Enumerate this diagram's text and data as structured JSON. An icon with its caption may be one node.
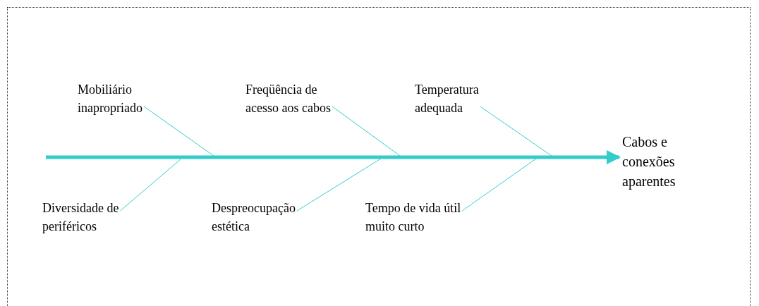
{
  "diagram": {
    "nodes": [
      {
        "text": [
          "Cabos e conexões aparentes"
        ]
      },
      {
        "text": [
          "Mobiliário inapropriado"
        ]
      },
      {
        "text": [
          "Freqüência de acesso aos cabos"
        ]
      },
      {
        "text": [
          "Temperatura adequada"
        ]
      },
      {
        "text": [
          "Diversidade de periféricos"
        ]
      },
      {
        "text": [
          "Despreocupação estética"
        ]
      },
      {
        "text": [
          "Tempo de vida útil muito curto"
        ]
      }
    ],
    "edges": [
      {
        "from": null,
        "to": 0,
        "arrow": "to",
        "style": "thick"
      },
      {
        "from": 1,
        "to": null,
        "arrow": "none"
      },
      {
        "from": 2,
        "to": null,
        "arrow": "none"
      },
      {
        "from": 3,
        "to": null,
        "arrow": "none"
      },
      {
        "from": 4,
        "to": null,
        "arrow": "none"
      },
      {
        "from": 5,
        "to": null,
        "arrow": "none"
      },
      {
        "from": 6,
        "to": null,
        "arrow": "none"
      }
    ]
  }
}
